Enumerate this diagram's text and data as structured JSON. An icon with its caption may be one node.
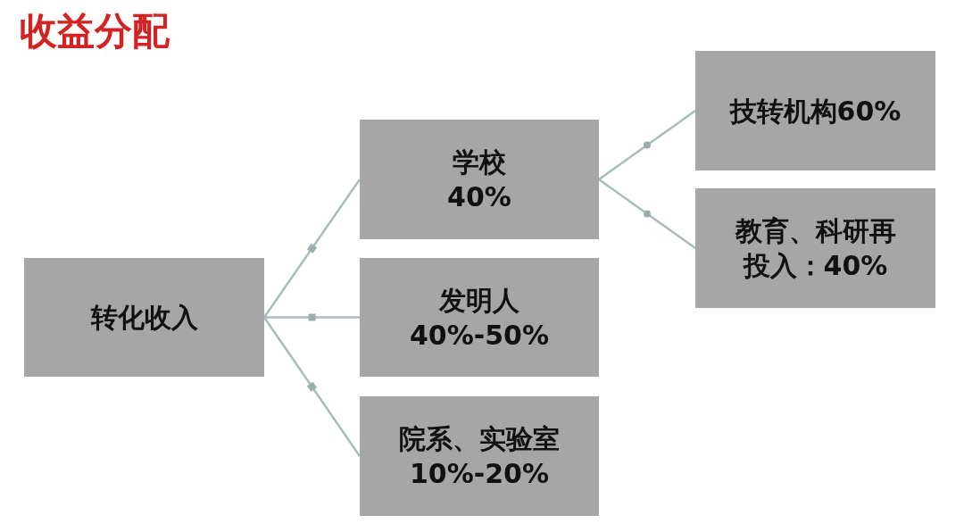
{
  "diagram": {
    "title": "收益分配",
    "nodes": [
      {
        "text": [
          "转化收入"
        ]
      },
      {
        "text": [
          "学校",
          "40%"
        ]
      },
      {
        "text": [
          "发明人",
          "40%-50%"
        ]
      },
      {
        "text": [
          "院系、实验室",
          "10%-20%"
        ]
      },
      {
        "text": [
          "技转机构60%"
        ]
      },
      {
        "text": [
          "教育、科研再投入：40%"
        ]
      }
    ],
    "edges": [
      {
        "from": 0,
        "to": 1,
        "arrow": "none"
      },
      {
        "from": 0,
        "to": 2,
        "arrow": "none"
      },
      {
        "from": 0,
        "to": 3,
        "arrow": "none"
      },
      {
        "from": 1,
        "to": 4,
        "arrow": "none"
      },
      {
        "from": 1,
        "to": 5,
        "arrow": "none"
      }
    ]
  }
}
